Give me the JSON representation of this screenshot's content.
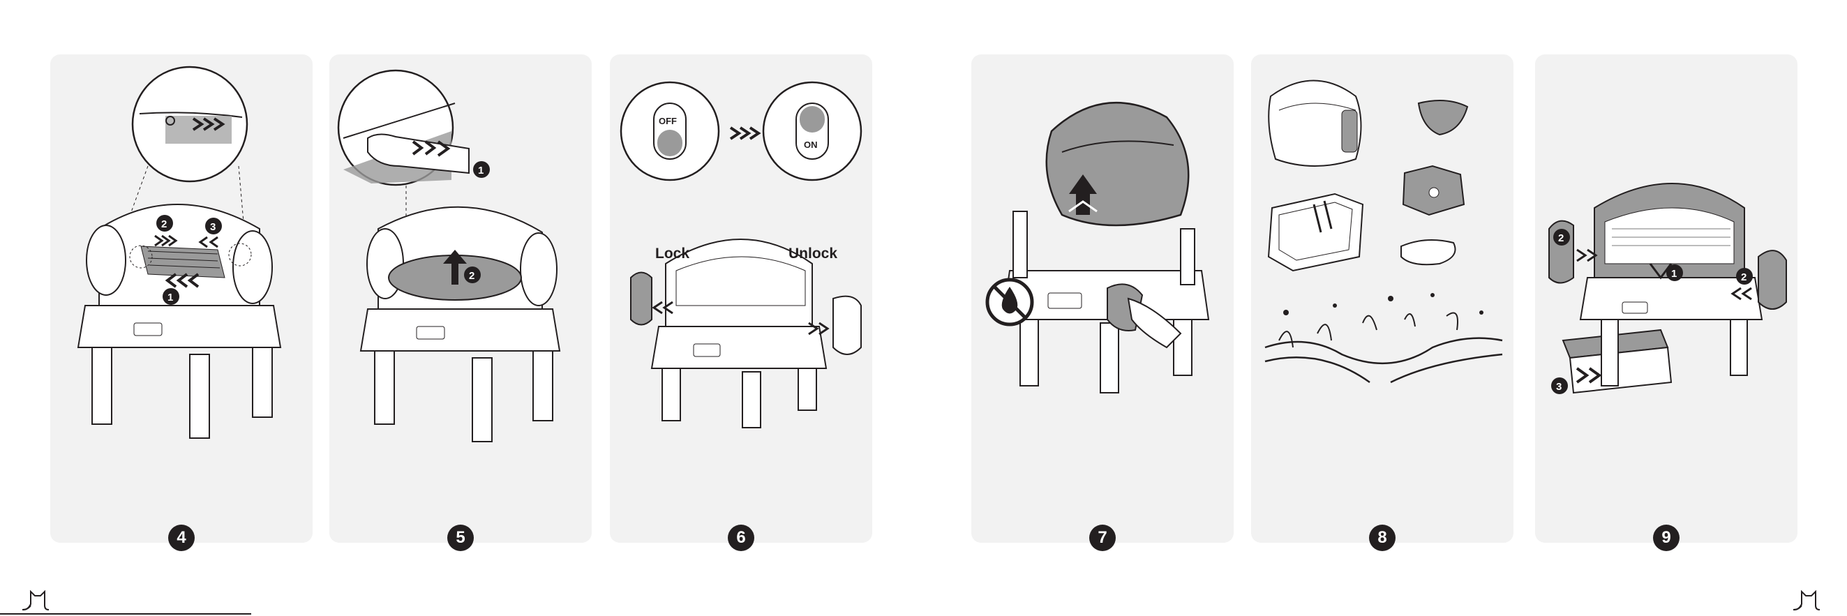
{
  "steps": [
    "4",
    "5",
    "6",
    "7",
    "8",
    "9"
  ],
  "callouts": [
    "1",
    "2",
    "3"
  ],
  "step6": {
    "off_label": "OFF",
    "on_label": "ON",
    "lock_label": "Lock",
    "unlock_label": "Unlock"
  },
  "colors": {
    "panel_bg": "#f2f2f2",
    "ink": "#231f20",
    "shade": "#9a9a9a",
    "light": "#ffffff"
  },
  "icons": [
    "cat-logo-icon",
    "no-water-icon",
    "arrow-icon"
  ]
}
